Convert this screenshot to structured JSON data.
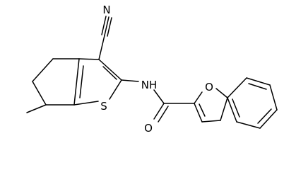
{
  "molecule": {
    "atoms": {
      "nitrogen_nitrile": "N",
      "nitrogen_amide": "NH",
      "sulfur": "S",
      "oxygen_furan": "O",
      "oxygen_carbonyl": "O"
    }
  }
}
